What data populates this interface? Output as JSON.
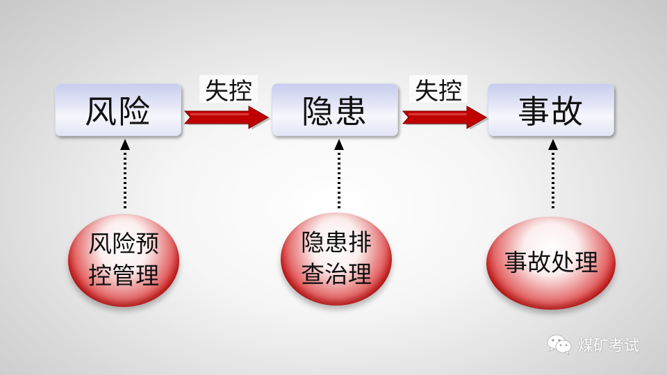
{
  "stages": {
    "risk": "风险",
    "hazard": "隐患",
    "accident": "事故"
  },
  "transitions": {
    "first": "失控",
    "second": "失控"
  },
  "controls": {
    "risk_control": "风险预控管理",
    "hazard_control": "隐患排查治理",
    "accident_control": "事故处理"
  },
  "watermark": {
    "text": "煤矿考试",
    "icon": "wechat-icon"
  },
  "colors": {
    "arrow_red": "#c00000",
    "box_blue": "#c7cdee",
    "oval_red": "#c40000"
  }
}
